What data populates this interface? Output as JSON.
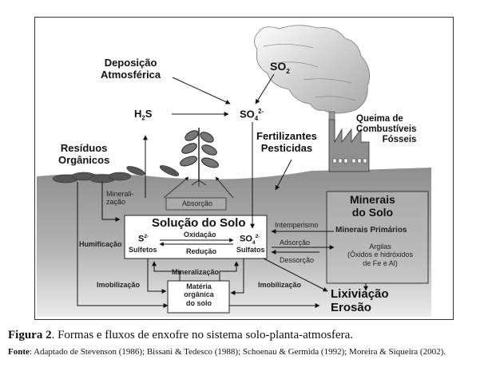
{
  "diagram": {
    "labels": {
      "deposicao": "Deposição Atmosférica",
      "deposicao_l1": "Deposição",
      "deposicao_l2": "Atmosférica",
      "so2": "SO",
      "so2_sub": "2",
      "so4": "SO",
      "so4_sub": "4",
      "so4_sup": "2-",
      "h2s_h": "H",
      "h2s_sub": "2",
      "h2s_s": "S",
      "queima_l1": "Queima de",
      "queima_l2": "Combustíveis",
      "queima_l3": "Fósseis",
      "residuos_l1": "Resíduos",
      "residuos_l2": "Orgânicos",
      "fertilizantes_l1": "Fertilizantes",
      "fertilizantes_l2": "Pesticidas",
      "absorcao": "Absorção",
      "mineralizacao_top_l1": "Minerali-",
      "mineralizacao_top_l2": "zação",
      "solucao_title": "Solução do Solo",
      "s2": "S",
      "s2_sup": "2-",
      "sulfetos": "Sulfetos",
      "oxidacao": "Oxidação",
      "reducao": "Redução",
      "so4_box": "SO",
      "so4_box_sub": "4",
      "so4_box_sup": "2-",
      "sulfatos": "Sulfatos",
      "humificacao": "Humificação",
      "mineralizacao": "Mineralização",
      "imobilizacao_left": "Imobilização",
      "imobilizacao_right": "Imobilização",
      "materia_l1": "Matéria",
      "materia_l2": "orgânica",
      "materia_l3": "do solo",
      "intemperismo": "Intemperismo",
      "adsorcao": "Adsorção",
      "dessorcao": "Dessorção",
      "minerais_l1": "Minerais",
      "minerais_l2": "do Solo",
      "minerais_primarios": "Minerais Primários",
      "argilas": "Argilas",
      "oxidos_l1": "(Óxidos e hidróxidos",
      "oxidos_l2": "de Fe e Al)",
      "lixiviacao": "Lixiviação",
      "erosao": "Erosão"
    }
  },
  "caption": {
    "figure_label": "Figura 2",
    "figure_text": ". Formas e fluxos de enxofre no sistema solo-planta-atmosfera.",
    "source_label": "Fonte",
    "source_text": ": Adaptado de Stevenson (1986); Bissani & Tedesco (1988); Schoenau & Germida (1992); Moreira & Siqueira (2002)."
  },
  "colors": {
    "soil_dark": "#9a9a9a",
    "soil_light": "#e6e6e6",
    "smoke_dark": "#b5b5b5",
    "factory": "#8f8f8f"
  }
}
